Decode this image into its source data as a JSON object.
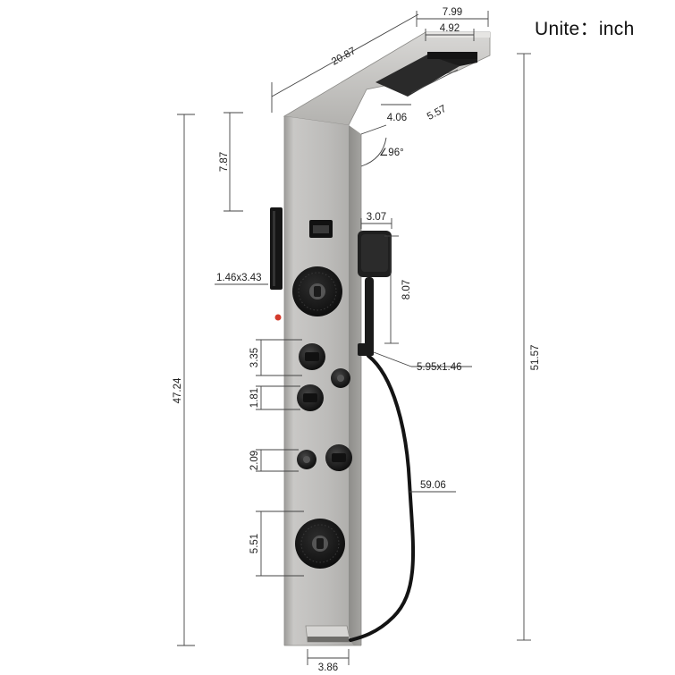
{
  "unit_label": "Unite：inch",
  "dimensions": {
    "top_width": "7.99",
    "rain_width": "4.92",
    "top_length": "20.87",
    "rain_offset": "4.06",
    "rain_depth": "5.57",
    "angle": "∠96°",
    "top_to_display": "7.87",
    "side_panel": "1.46x3.43",
    "handheld_width": "3.07",
    "handheld_height": "8.07",
    "holder": "5.95x1.46",
    "knob_spacing_1": "3.35",
    "knob_spacing_2": "1.81",
    "knob_spacing_3": "2.09",
    "body_jet_height": "5.51",
    "lower_height": "47.24",
    "total_height": "51.57",
    "hose_length": "59.06",
    "spout_width": "3.86"
  },
  "colors": {
    "panel": "#b9b8b6",
    "panel_dark": "#8f8e8b",
    "black": "#1b1b1b",
    "line": "#444444",
    "accent_red": "#d33a2c"
  }
}
